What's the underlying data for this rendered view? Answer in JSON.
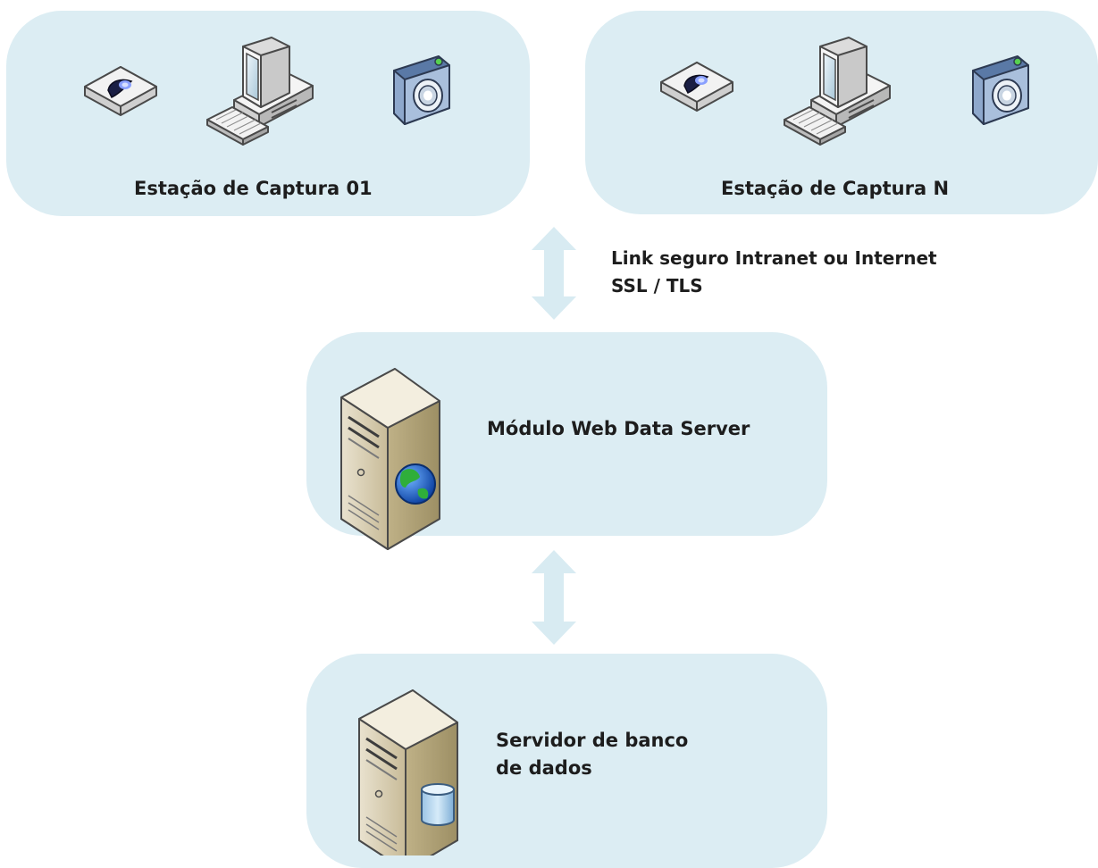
{
  "stations": [
    {
      "label": "Estação de Captura 01"
    },
    {
      "label": "Estação de Captura N"
    }
  ],
  "link": {
    "title": "Link seguro Intranet ou Internet",
    "protocol": "SSL / TLS"
  },
  "web_module": {
    "label": "Módulo Web Data Server"
  },
  "db_server": {
    "line1": "Servidor de banco",
    "line2": "de dados"
  },
  "colors": {
    "panel": "#dcedf3",
    "arrow": "#d8ebf2",
    "text": "#1d1d1d"
  },
  "icons": [
    "fingerprint-scanner-icon",
    "computer-icon",
    "camera-icon",
    "web-server-icon",
    "database-server-icon"
  ]
}
